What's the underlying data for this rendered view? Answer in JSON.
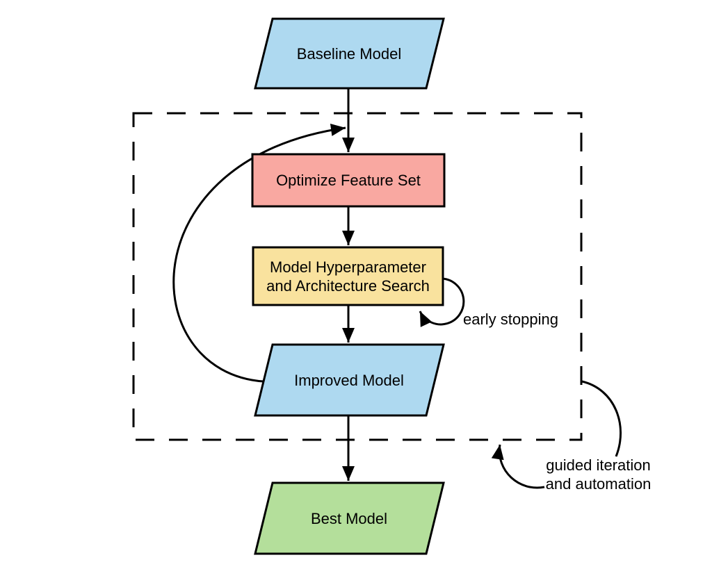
{
  "nodes": {
    "baseline": {
      "label": "Baseline Model",
      "shape": "parallelogram"
    },
    "optimize": {
      "label": "Optimize Feature Set",
      "shape": "rectangle"
    },
    "search": {
      "lines": [
        "Model Hyperparameter",
        "and Architecture Search"
      ],
      "shape": "rectangle"
    },
    "improved": {
      "label": "Improved Model",
      "shape": "parallelogram"
    },
    "best": {
      "label": "Best Model",
      "shape": "parallelogram"
    }
  },
  "annotations": {
    "early_stopping": {
      "label": "early stopping"
    },
    "guided_iteration": {
      "lines": [
        "guided iteration",
        "and automation"
      ]
    }
  },
  "colors": {
    "node_blue": "#AED9F0",
    "node_red": "#F9A8A1",
    "node_yellow": "#F9E29E",
    "node_green": "#B4DF9B",
    "stroke": "#000000"
  }
}
